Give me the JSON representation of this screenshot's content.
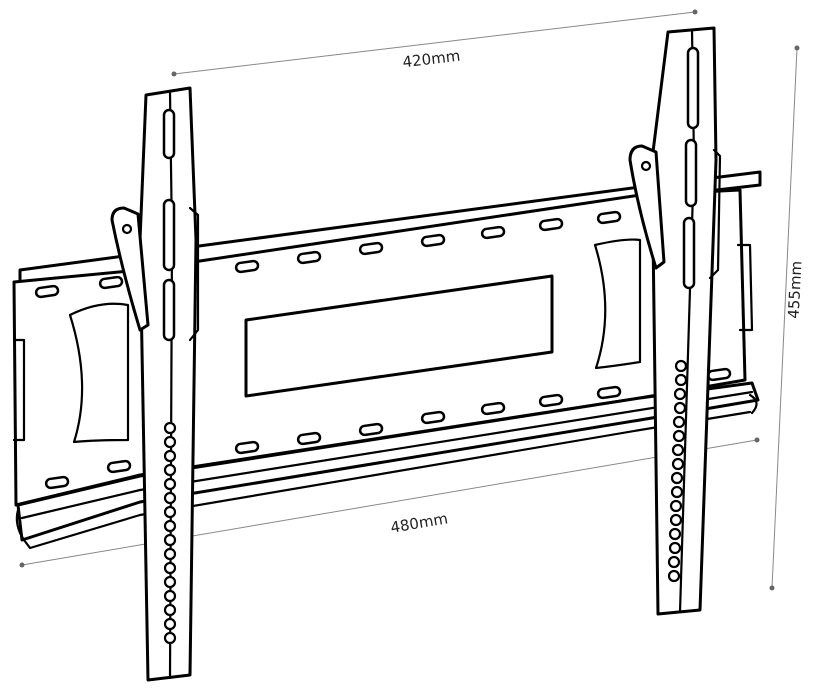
{
  "dimensions": {
    "top_width": "420mm",
    "bottom_width": "480mm",
    "height": "455mm"
  },
  "colors": {
    "stroke": "#000000",
    "fill": "#ffffff",
    "dimension_line": "#888888"
  }
}
